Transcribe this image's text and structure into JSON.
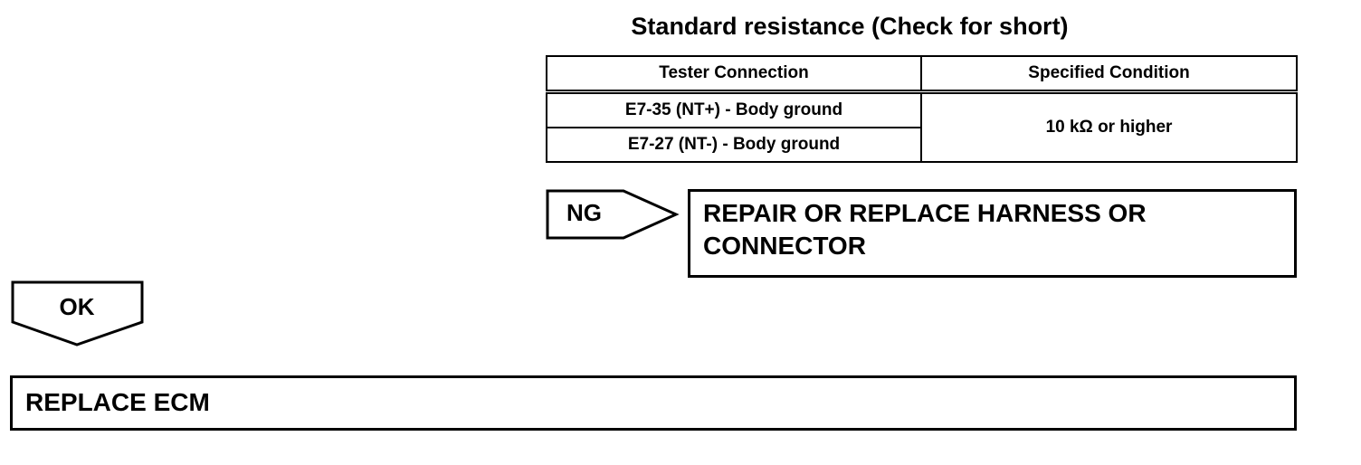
{
  "title": "Standard resistance (Check for short)",
  "table": {
    "headers": [
      "Tester Connection",
      "Specified Condition"
    ],
    "rows": [
      {
        "connection": "E7-35 (NT+) - Body ground"
      },
      {
        "connection": "E7-27 (NT-) - Body ground"
      }
    ],
    "condition": "10 kΩ or higher"
  },
  "ng": {
    "label": "NG",
    "action_line1": "REPAIR OR REPLACE HARNESS OR",
    "action_line2": "CONNECTOR"
  },
  "ok": {
    "label": "OK",
    "action": "REPLACE ECM"
  }
}
